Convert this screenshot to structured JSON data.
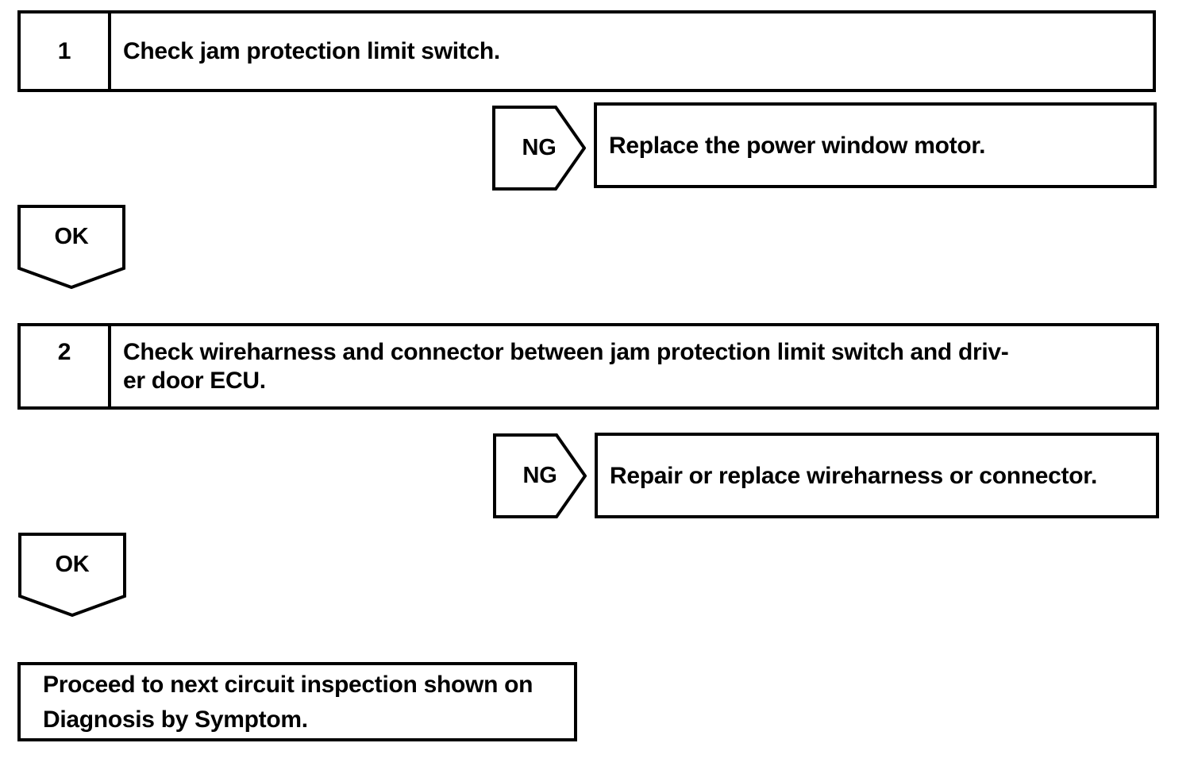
{
  "flowchart": {
    "steps": [
      {
        "number": "1",
        "instruction_lines": [
          "Check jam protection limit switch."
        ],
        "ng": {
          "label": "NG",
          "result": "Replace the power window motor."
        },
        "ok": {
          "label": "OK"
        }
      },
      {
        "number": "2",
        "instruction_lines": [
          "Check wireharness and connector between jam protection limit switch and driv-",
          "er door ECU."
        ],
        "ng": {
          "label": "NG",
          "result": "Repair or replace wireharness or connector."
        },
        "ok": {
          "label": "OK"
        }
      }
    ],
    "final": {
      "lines": [
        "Proceed to next circuit inspection shown on",
        "Diagnosis by Symptom."
      ]
    },
    "colors": {
      "line": "#000000",
      "background": "#ffffff"
    }
  }
}
